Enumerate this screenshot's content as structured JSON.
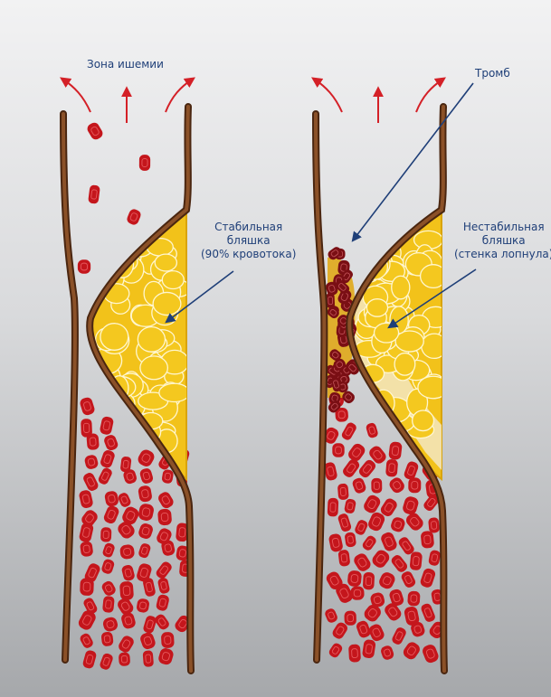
{
  "labels": {
    "ischemia_zone": "Зона ишемии",
    "stable_plaque_line1": "Стабильная",
    "stable_plaque_line2": "бляшка",
    "stable_plaque_line3": "(90% кровотока)",
    "thrombus": "Тромб",
    "unstable_plaque_line1": "Нестабильная",
    "unstable_plaque_line2": "бляшка",
    "unstable_plaque_line3": "(стенка лопнула)"
  },
  "colors": {
    "vessel_wall": "#6b3a1c",
    "plaque_yellow": "#f2c21a",
    "plaque_border": "#d9a40c",
    "ruptured_plaque": "#f3e6c2",
    "blood_cell": "#c4161c",
    "blood_cell_dark": "#7f0d12",
    "thrombus_cell": "#7a0f14",
    "flow_arrow": "#d42027",
    "label_text": "#1f3f78"
  },
  "icons": [
    "flow-arrow-icon",
    "pointer-arrow-icon"
  ]
}
